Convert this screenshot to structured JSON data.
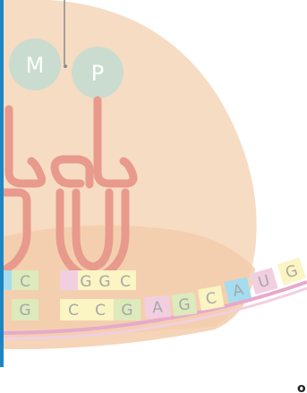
{
  "colors": {
    "left_bar": "#1b86c4",
    "ribosome_body": "#f6dcc3",
    "ribosome_lower": "#f3ccab",
    "site_circle": "#c9dccf",
    "trna_outline": "#e89a8c",
    "mrna_strand": "#e7a9cc",
    "nt_blue": "#a6dcef",
    "nt_green": "#dceabc",
    "nt_yellow": "#fbf4c3",
    "nt_pink": "#f1cfe1",
    "nt_text": "#a7a7a7"
  },
  "sites": {
    "m": "M",
    "p": "P"
  },
  "anticodon_left": [
    "C"
  ],
  "anticodon_right": [
    "G",
    "G",
    "C"
  ],
  "mrna": {
    "bases": [
      "G",
      "C",
      "C",
      "G",
      "A",
      "G",
      "C",
      "A",
      "U",
      "G"
    ]
  },
  "corner_text": "o"
}
